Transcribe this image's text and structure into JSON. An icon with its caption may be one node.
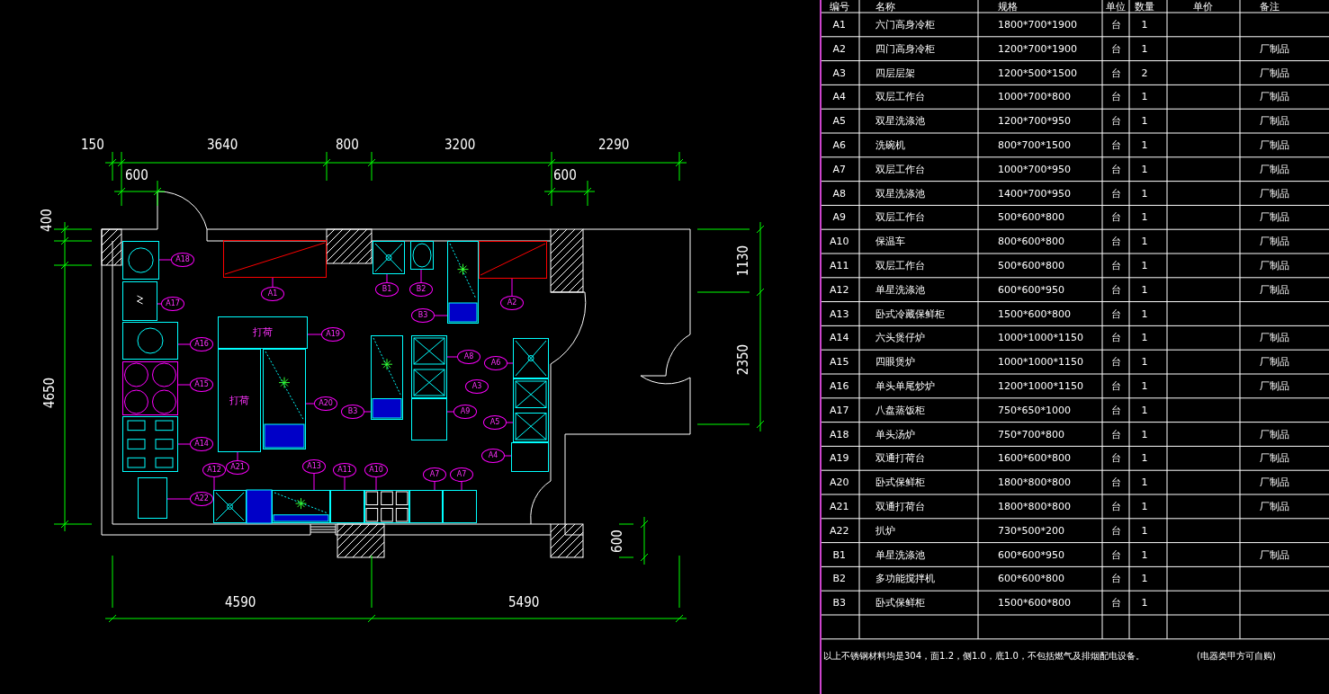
{
  "diagram": {
    "nodes": [
      {
        "text": [],
        "shape": "picture"
      },
      {
        "text": [
          "A18"
        ]
      },
      {
        "text": [],
        "shape": "picture"
      },
      {
        "text": [
          "A17"
        ]
      },
      {
        "text": [],
        "shape": "picture"
      },
      {
        "text": [
          "A1"
        ]
      },
      {
        "text": [],
        "shape": "picture"
      },
      {
        "text": [
          "B1"
        ]
      },
      {
        "text": [],
        "shape": "picture"
      },
      {
        "text": [
          "B2"
        ]
      },
      {
        "text": [],
        "shape": "picture"
      },
      {
        "text": [
          "B3"
        ]
      },
      {
        "text": [],
        "shape": "picture"
      },
      {
        "text": [
          "A2"
        ]
      },
      {
        "text": [],
        "shape": "picture"
      },
      {
        "text": [
          "A16"
        ]
      },
      {
        "text": [
          "打荷"
        ]
      },
      {
        "text": [
          "A19"
        ]
      },
      {
        "text": [],
        "shape": "picture"
      },
      {
        "text": [
          "A15"
        ]
      },
      {
        "text": [
          "打荷"
        ]
      },
      {
        "text": [
          "A21"
        ]
      },
      {
        "text": [],
        "shape": "picture"
      },
      {
        "text": [
          "A20"
        ]
      },
      {
        "text": [],
        "shape": "picture"
      },
      {
        "text": [
          "B3"
        ]
      },
      {
        "text": [],
        "shape": "picture"
      },
      {
        "text": [
          "A8"
        ]
      },
      {
        "text": [],
        "shape": "picture"
      },
      {
        "text": [
          "A6"
        ]
      },
      {
        "text": [
          "A3"
        ]
      },
      {
        "text": [],
        "shape": "box"
      },
      {
        "text": [
          "A9"
        ]
      },
      {
        "text": [],
        "shape": "picture"
      },
      {
        "text": [
          "A5"
        ]
      },
      {
        "text": [],
        "shape": "picture"
      },
      {
        "text": [
          "A14"
        ]
      },
      {
        "text": [],
        "shape": "box"
      },
      {
        "text": [
          "A4"
        ]
      },
      {
        "text": [],
        "shape": "box"
      },
      {
        "text": [
          "A22"
        ]
      },
      {
        "text": [],
        "shape": "picture"
      },
      {
        "text": [
          "A12"
        ]
      },
      {
        "text": [],
        "shape": "picture"
      },
      {
        "text": [
          "A13"
        ]
      },
      {
        "text": [],
        "shape": "box"
      },
      {
        "text": [
          "A11"
        ]
      },
      {
        "text": [],
        "shape": "picture"
      },
      {
        "text": [
          "A10"
        ]
      },
      {
        "text": [],
        "shape": "box"
      },
      {
        "text": [
          "A7"
        ]
      },
      {
        "text": [],
        "shape": "box"
      },
      {
        "text": [
          "A7"
        ]
      }
    ],
    "edges": [
      {
        "from": 1,
        "to": 0,
        "arrow": "none"
      },
      {
        "from": 3,
        "to": 2,
        "arrow": "none"
      },
      {
        "from": 5,
        "to": 4,
        "arrow": "none"
      },
      {
        "from": 7,
        "to": 6,
        "arrow": "none"
      },
      {
        "from": 9,
        "to": 8,
        "arrow": "none"
      },
      {
        "from": 11,
        "to": 10,
        "arrow": "none"
      },
      {
        "from": 13,
        "to": 12,
        "arrow": "none"
      },
      {
        "from": 15,
        "to": 14,
        "arrow": "none"
      },
      {
        "from": 17,
        "to": 16,
        "arrow": "none"
      },
      {
        "from": 19,
        "to": 18,
        "arrow": "none"
      },
      {
        "from": 21,
        "to": 20,
        "arrow": "none"
      },
      {
        "from": 23,
        "to": 22,
        "arrow": "none"
      },
      {
        "from": 25,
        "to": 24,
        "arrow": "none"
      },
      {
        "from": 27,
        "to": 26,
        "arrow": "none"
      },
      {
        "from": 29,
        "to": 28,
        "arrow": "none"
      },
      {
        "from": 32,
        "to": 31,
        "arrow": "none"
      },
      {
        "from": 34,
        "to": 33,
        "arrow": "none"
      },
      {
        "from": 36,
        "to": 35,
        "arrow": "none"
      },
      {
        "from": 38,
        "to": 37,
        "arrow": "none"
      },
      {
        "from": 40,
        "to": 39,
        "arrow": "none"
      },
      {
        "from": 42,
        "to": 41,
        "arrow": "none"
      },
      {
        "from": 44,
        "to": 43,
        "arrow": "none"
      },
      {
        "from": 46,
        "to": 45,
        "arrow": "none"
      },
      {
        "from": 48,
        "to": 47,
        "arrow": "none"
      },
      {
        "from": 50,
        "to": 49,
        "arrow": "none"
      },
      {
        "from": 52,
        "to": 51,
        "arrow": "none"
      }
    ],
    "labels": [
      "150",
      "3640",
      "800",
      "3200",
      "2290",
      "600",
      "600",
      "400",
      "4650",
      "1130",
      "2350",
      "600",
      "4590",
      "5490",
      "编号",
      "名称",
      "规格",
      "单位",
      "数量",
      "单价",
      "备注",
      "A1",
      "六门高身冷柜",
      "1800*700*1900",
      "台",
      "1",
      "A2",
      "四门高身冷柜",
      "1200*700*1900",
      "台",
      "1",
      "厂制品",
      "A3",
      "四层层架",
      "1200*500*1500",
      "台",
      "2",
      "厂制品",
      "A4",
      "双层工作台",
      "1000*700*800",
      "台",
      "1",
      "厂制品",
      "A5",
      "双星洗涤池",
      "1200*700*950",
      "台",
      "1",
      "厂制品",
      "A6",
      "洗碗机",
      "800*700*1500",
      "台",
      "1",
      "厂制品",
      "A7",
      "双层工作台",
      "1000*700*950",
      "台",
      "1",
      "厂制品",
      "A8",
      "双星洗涤池",
      "1400*700*950",
      "台",
      "1",
      "厂制品",
      "A9",
      "双层工作台",
      "500*600*800",
      "台",
      "1",
      "厂制品",
      "A10",
      "保温车",
      "800*600*800",
      "台",
      "1",
      "厂制品",
      "A11",
      "双层工作台",
      "500*600*800",
      "台",
      "1",
      "厂制品",
      "A12",
      "单星洗涤池",
      "600*600*950",
      "台",
      "1",
      "厂制品",
      "A13",
      "卧式冷藏保鲜柜",
      "1500*600*800",
      "台",
      "1",
      "A14",
      "六头煲仔炉",
      "1000*1000*1150",
      "台",
      "1",
      "厂制品",
      "A15",
      "四眼煲炉",
      "1000*1000*1150",
      "台",
      "1",
      "厂制品",
      "A16",
      "单头单尾炒炉",
      "1200*1000*1150",
      "台",
      "1",
      "厂制品",
      "A17",
      "八盘蒸饭柜",
      "750*650*1000",
      "台",
      "1",
      "A18",
      "单头汤炉",
      "750*700*800",
      "台",
      "1",
      "厂制品",
      "A19",
      "双通打荷台",
      "1600*600*800",
      "台",
      "1",
      "厂制品",
      "A20",
      "卧式保鲜柜",
      "1800*800*800",
      "台",
      "1",
      "厂制品",
      "A21",
      "双通打荷台",
      "1800*800*800",
      "台",
      "1",
      "厂制品",
      "A22",
      "扒炉",
      "730*500*200",
      "台",
      "1",
      "B1",
      "单星洗涤池",
      "600*600*950",
      "台",
      "1",
      "厂制品",
      "B2",
      "多功能搅拌机",
      "600*600*800",
      "台",
      "1",
      "B3",
      "卧式保鲜柜",
      "1500*600*800",
      "台",
      "1",
      "以上不锈钢材料均是304，面1.2，侧1.0，底1.0，不包括燃气及排烟配电设备。",
      "(电器类甲方可自购)"
    ]
  }
}
